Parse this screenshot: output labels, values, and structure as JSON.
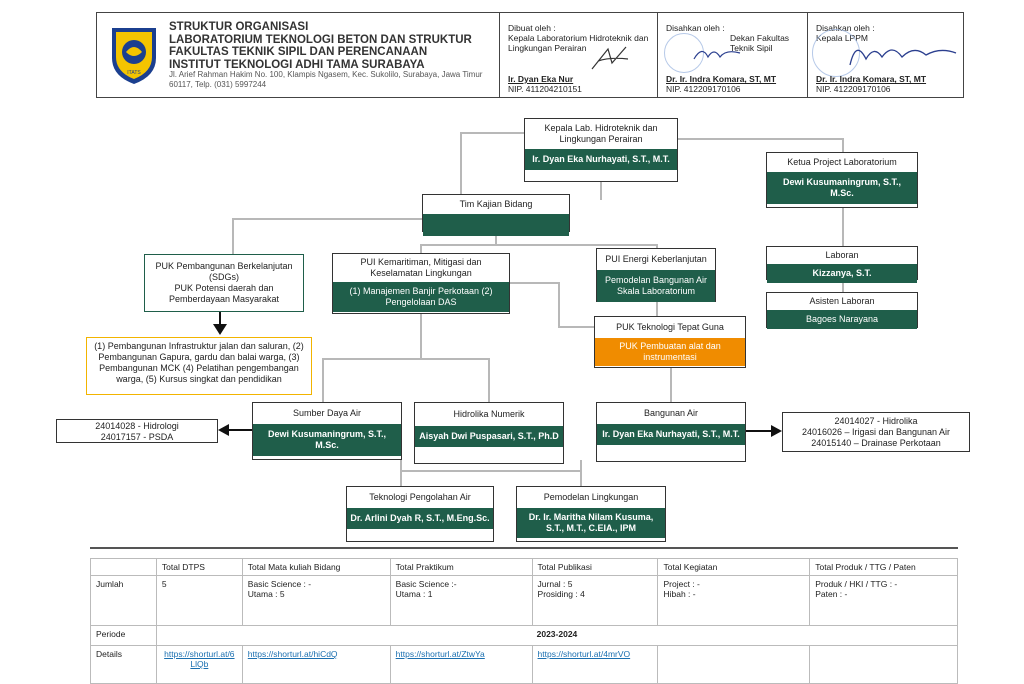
{
  "header": {
    "institution_lines": [
      "STRUKTUR ORGANISASI",
      "LABORATORIUM TEKNOLOGI BETON DAN STRUKTUR",
      "FAKULTAS TEKNIK SIPIL DAN PERENCANAAN",
      "INSTITUT TEKNOLOGI ADHI TAMA SURABAYA"
    ],
    "address": "Jl. Arief Rahman Hakim No. 100, Klampis Ngasem, Kec. Sukolilo, Surabaya, Jawa Timur 60117, Telp. (031) 5997244",
    "logo_text": "ITATS",
    "dibuat": {
      "label": "Dibuat oleh :",
      "role1": "Kepala Laboratorium Hidroteknik dan",
      "role2": "Lingkungan Perairan",
      "name": "Ir. Dyan Eka Nur",
      "nip": "NIP. 411204210151"
    },
    "disahkan1": {
      "label": "Disahkan oleh :",
      "role": "Dekan Fakultas Teknik Sipil",
      "name": "Dr. Ir. Indra Komara, ST, MT",
      "nip": "NIP. 412209170106"
    },
    "disahkan2": {
      "label": "Disahkan oleh :",
      "role": "Kepala LPPM",
      "name": "Dr. Ir. Indra Komara, ST, MT",
      "nip": "NIP. 412209170106"
    }
  },
  "org": {
    "kepala": {
      "title": "Kepala Lab. Hidroteknik dan Lingkungan Perairan",
      "name": "Ir. Dyan Eka Nurhayati, S.T., M.T."
    },
    "ketua_project": {
      "title": "Ketua Project Laboratorium",
      "name": "Dewi Kusumaningrum, S.T., M.Sc."
    },
    "tim_kajian": {
      "title": "Tim Kajian Bidang",
      "name": ""
    },
    "laboran": {
      "title": "Laboran",
      "name": "Kizzanya, S.T."
    },
    "asisten": {
      "title": "Asisten Laboran",
      "name": "Bagoes Narayana"
    },
    "puk_sdgs": {
      "line1": "PUK Pembangunan Berkelanjutan (SDGs)",
      "line2": "PUK Potensi daerah dan Pemberdayaan Masyarakat"
    },
    "puk_sdgs_note": "(1) Pembangunan Infrastruktur jalan dan saluran, (2) Pembangunan Gapura, gardu dan balai warga, (3) Pembangunan MCK (4) Pelatihan pengembangan warga, (5) Kursus singkat dan pendidikan",
    "pui_kemaritiman": {
      "title": "PUI Kemaritiman, Mitigasi dan Keselamatan Lingkungan",
      "items": "(1) Manajemen Banjir Perkotaan (2) Pengelolaan DAS"
    },
    "pui_energi": {
      "title": "PUI Energi Keberlanjutan",
      "items": "Pemodelan Bangunan Air Skala Laboratorium"
    },
    "puk_teknologi": {
      "title": "PUK Teknologi Tepat Guna",
      "items": "PUK Pembuatan alat dan instrumentasi"
    },
    "sumber_daya_air": {
      "title": "Sumber Daya Air",
      "name": "Dewi Kusumaningrum, S.T., M.Sc."
    },
    "hidrolika": {
      "title": "Hidrolika Numerik",
      "name": "Aisyah Dwi Puspasari, S.T., Ph.D"
    },
    "bangunan_air": {
      "title": "Bangunan Air",
      "name": "Ir. Dyan Eka Nurhayati, S.T., M.T."
    },
    "teknologi_pengolahan": {
      "title": "Teknologi Pengolahan Air",
      "name": "Dr. Arlini Dyah R, S.T., M.Eng.Sc."
    },
    "pemodelan_lingkungan": {
      "title": "Pemodelan Lingkungan",
      "name": "Dr. Ir. Maritha Nilam Kusuma, S.T., M.T., C.EIA., IPM"
    },
    "sda_courses": [
      "24014028 - Hidrologi",
      "24017157 - PSDA"
    ],
    "ba_courses": [
      "24014027 - Hidrolika",
      "24016026 – Irigasi dan Bangunan Air",
      "24015140 – Drainase Perkotaan"
    ]
  },
  "summary": {
    "headers": [
      "",
      "Total DTPS",
      "Total Mata kuliah Bidang",
      "Total Praktikum",
      "Total Publikasi",
      "Total Kegiatan",
      "Total Produk / TTG / Paten"
    ],
    "jumlah": {
      "label": "Jumlah",
      "dtps": "5",
      "mk": [
        "Basic Science : -",
        "Utama : 5"
      ],
      "praktikum": [
        "Basic Science :-",
        "Utama : 1"
      ],
      "publikasi": [
        "Jurnal : 5",
        "Prosiding : 4"
      ],
      "kegiatan": [
        "Project : -",
        "Hibah : -"
      ],
      "produk": [
        "Produk / HKI / TTG :  -",
        "Paten : -"
      ]
    },
    "periode": {
      "label": "Periode",
      "value": "2023-2024"
    },
    "details": {
      "label": "Details",
      "links": [
        "https://shorturl.at/6LlQb",
        "https://shorturl.at/hiCdQ",
        "https://shorturl.at/ZtwYa",
        "https://shorturl.at/4mrVO"
      ]
    }
  },
  "colors": {
    "box_green": "#1f5e4a",
    "accent_orange": "#f08c00",
    "note_border": "#f2b400",
    "link": "#1a6fb0"
  }
}
